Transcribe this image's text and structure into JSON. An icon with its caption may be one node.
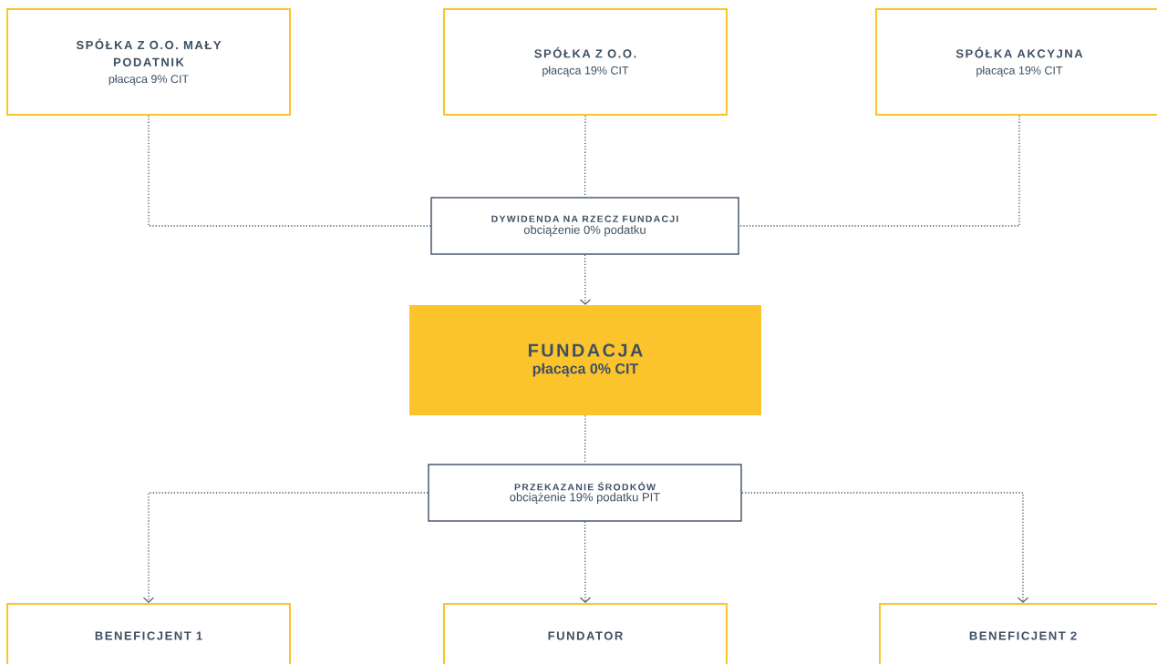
{
  "diagram": {
    "nodes": [
      {
        "text": [
          "SPÓŁKA Z O.O. MAŁY PODATNIK",
          "płacąca 9% CIT"
        ]
      },
      {
        "text": [
          "SPÓŁKA Z O.O.",
          "płacąca 19% CIT"
        ]
      },
      {
        "text": [
          "SPÓŁKA AKCYJNA",
          "płacąca 19% CIT"
        ]
      },
      {
        "text": [
          "DYWIDENDA NA RZECZ FUNDACJI",
          "obciążenie 0% podatku"
        ]
      },
      {
        "text": [
          "FUNDACJA",
          "płacąca 0% CIT"
        ]
      },
      {
        "text": [
          "PRZEKAZANIE ŚRODKÓW",
          "obciążenie 19% podatku PIT"
        ]
      },
      {
        "text": [
          "BENEFICJENT 1"
        ]
      },
      {
        "text": [
          "FUNDATOR"
        ]
      },
      {
        "text": [
          "BENEFICJENT 2"
        ]
      }
    ],
    "edges": [
      {
        "from": 0,
        "to": 3,
        "arrow": "none"
      },
      {
        "from": 1,
        "to": 3,
        "arrow": "none"
      },
      {
        "from": 2,
        "to": 3,
        "arrow": "none"
      },
      {
        "from": 3,
        "to": 4,
        "arrow": "to"
      },
      {
        "from": 4,
        "to": 5,
        "arrow": "none"
      },
      {
        "from": 5,
        "to": 6,
        "arrow": "to"
      },
      {
        "from": 5,
        "to": 7,
        "arrow": "to"
      },
      {
        "from": 5,
        "to": 8,
        "arrow": "to"
      }
    ]
  }
}
